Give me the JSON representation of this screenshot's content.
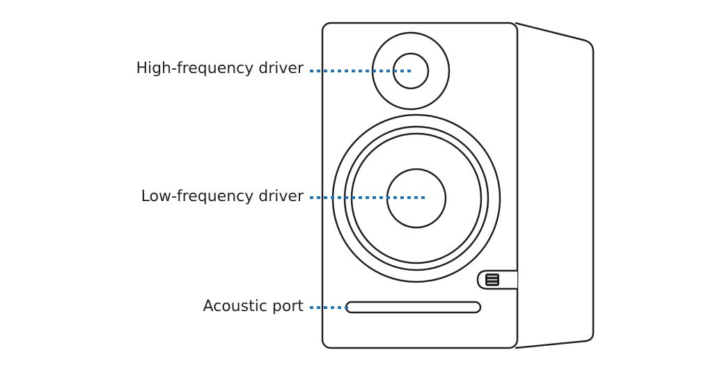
{
  "callouts": {
    "high_frequency_driver": "High-frequency driver",
    "low_frequency_driver": "Low-frequency driver",
    "acoustic_port": "Acoustic port"
  },
  "colors": {
    "outline": "#231f20",
    "leader_line": "#1f73b7",
    "background": "#ffffff"
  },
  "icons": {
    "badge": "brand-logo-icon"
  }
}
